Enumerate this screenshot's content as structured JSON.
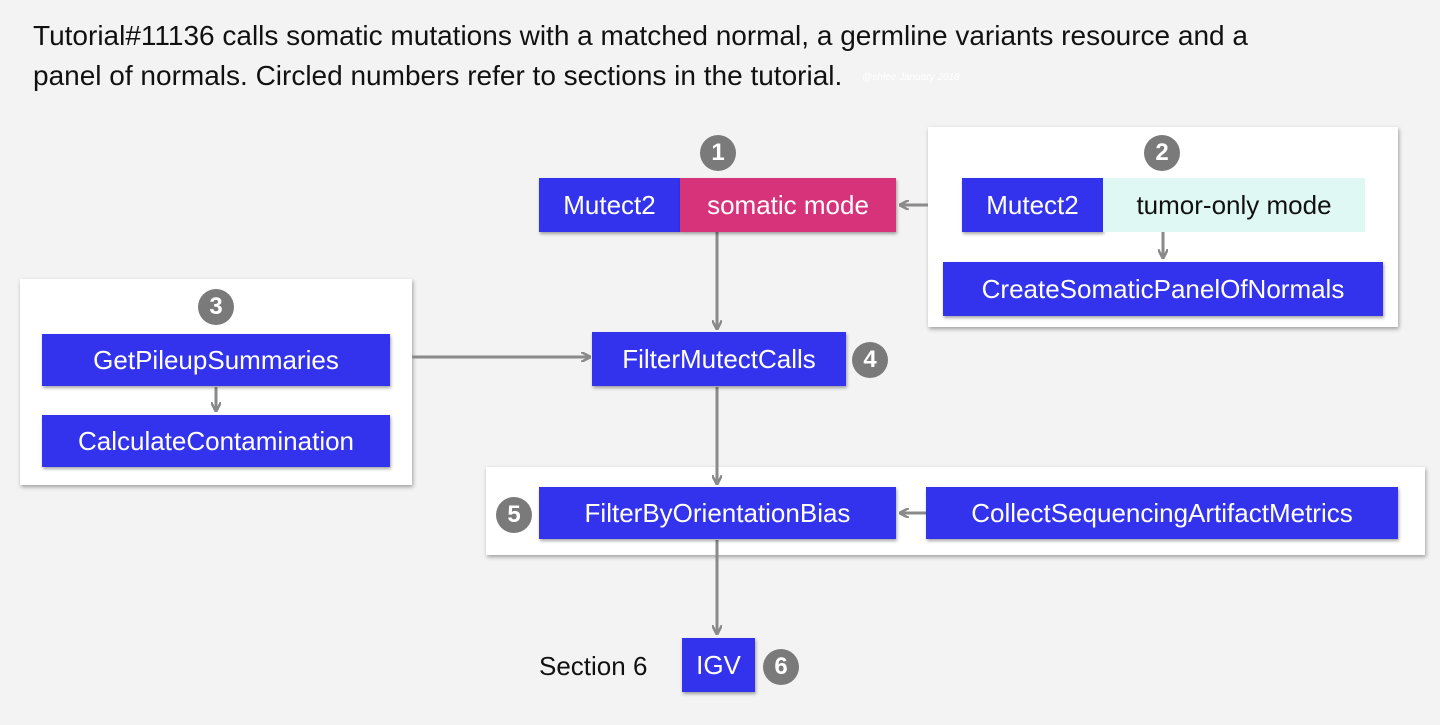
{
  "caption": {
    "line1": "Tutorial#11136 calls somatic mutations with a matched normal, a germline variants resource and a",
    "line2": "panel of normals. Circled numbers refer to sections in the tutorial.",
    "watermark": "@shlee January 2018"
  },
  "nodes": {
    "mutect2_somatic": "Mutect2",
    "somatic_mode": "somatic mode",
    "mutect2_tumor": "Mutect2",
    "tumor_only_mode": "tumor-only mode",
    "create_pon": "CreateSomaticPanelOfNormals",
    "get_pileup": "GetPileupSummaries",
    "calc_contam": "CalculateContamination",
    "filter_mutect": "FilterMutectCalls",
    "filter_orientation": "FilterByOrientationBias",
    "collect_artifact": "CollectSequencingArtifactMetrics",
    "igv": "IGV",
    "section6_label": "Section 6"
  },
  "sections": [
    "1",
    "2",
    "3",
    "4",
    "5",
    "6"
  ],
  "colors": {
    "tool": "#3333ee",
    "somatic_mode": "#d6337a",
    "tumor_mode": "#e0f8f4",
    "badge": "#7a7a7a",
    "arrow": "#8a8a8a"
  }
}
